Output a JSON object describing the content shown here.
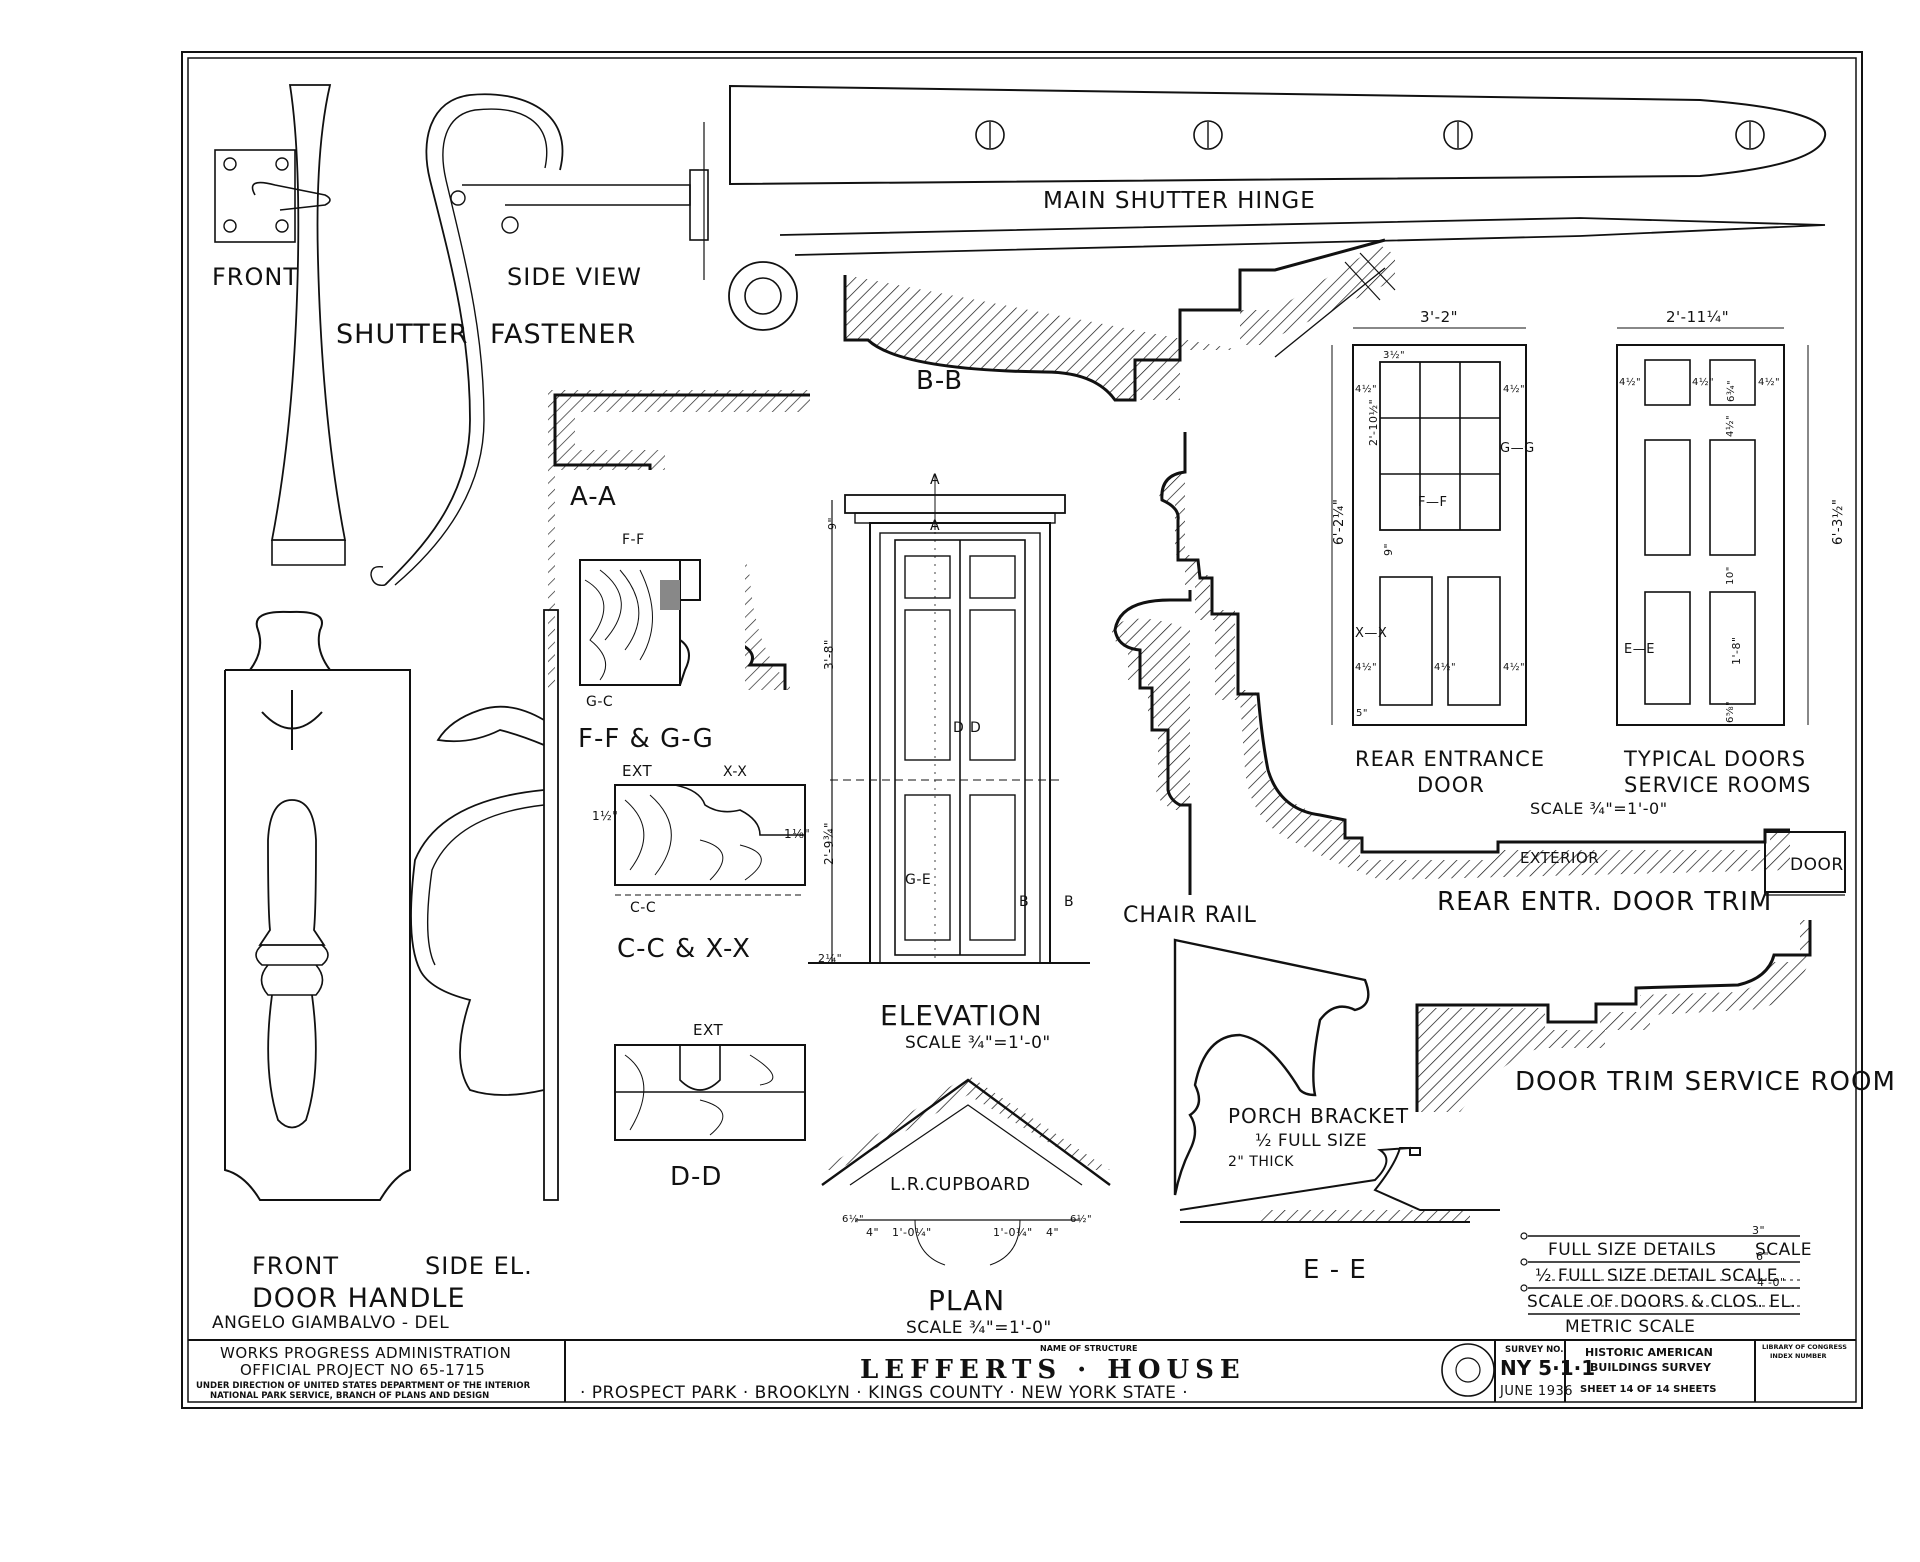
{
  "labels": {
    "shutter_front": "FRONT",
    "shutter_side": "SIDE VIEW",
    "shutter": "SHUTTER",
    "fastener": "FASTENER",
    "main_hinge": "MAIN SHUTTER HINGE",
    "bb": "B-B",
    "aa": "A-A",
    "ff_gg_title": "F-F & G-G",
    "ff_tag": "F-F",
    "gc_tag": "G-C",
    "cc_xx_title": "C-C & X-X",
    "ext": "EXT",
    "xx_tag": "X-X",
    "cc_tag": "C-C",
    "dd": "D-D",
    "dd_ext": "EXT",
    "elevation": "ELEVATION",
    "elevation_scale": "SCALE ¾\"=1'-0\"",
    "plan": "PLAN",
    "plan_scale": "SCALE ¾\"=1'-0\"",
    "cupboard": "L.R.CUPBOARD",
    "chair_rail": "CHAIR RAIL",
    "rear_entrance_1": "REAR ENTRANCE",
    "rear_entrance_2": "DOOR",
    "typical_doors_1": "TYPICAL DOORS",
    "typical_doors_2": "SERVICE ROOMS",
    "doors_scale": "SCALE ¾\"=1'-0\"",
    "exterior": "EXTERIOR",
    "door_tag": "DOOR",
    "rear_trim": "REAR ENTR. DOOR TRIM",
    "door_trim_service": "DOOR TRIM SERVICE ROOM",
    "porch_bracket": "PORCH BRACKET",
    "porch_scale": "½ FULL SIZE",
    "porch_thick": "2\" THICK",
    "ee": "E - E",
    "handle_front": "FRONT",
    "handle_side": "SIDE EL.",
    "door_handle": "DOOR HANDLE",
    "delineator": "ANGELO GIAMBALVO - DEL",
    "scale_1": "FULL SIZE DETAILS",
    "scale_1_suffix": "SCALE",
    "scale_2": "½ FULL SIZE DETAIL SCALE",
    "scale_3": "SCALE OF DOORS & CLOS. EL.",
    "scale_4": "METRIC SCALE",
    "scale_tick_1": "3\"",
    "scale_tick_2": "6\"",
    "scale_tick_3": "4'-0\""
  },
  "door_marks": {
    "a_top": "A",
    "a_mid": "A",
    "dd_mark_1": "D",
    "dd_mark_2": "D",
    "ge_mark": "G-E",
    "b_mark_1": "B",
    "b_mark_2": "B",
    "ff_mark": "F—F",
    "gg_mark": "G—G",
    "xx_mark": "X—X",
    "ee_mark": "E—E"
  },
  "dimensions": {
    "rear_width": "3'-2\"",
    "typical_width": "2'-11¼\"",
    "rear_height": "6'-2¼\"",
    "typical_height": "6'-3½\"",
    "rear_mid": "2'-10½\"",
    "rear_9": "9\"",
    "rear_5": "5\"",
    "rear_4a": "4½\"",
    "rear_4b": "4½\"",
    "rear_4c": "4½\"",
    "rear_4d": "4½\"",
    "rear_4e": "4½\"",
    "rear_3": "3½\"",
    "typ_4a": "4½\"",
    "typ_4b": "4½\"",
    "typ_4c": "4½\"",
    "typ_6": "6¾\"",
    "typ_4m": "4½\"",
    "typ_10": "10\"",
    "typ_18": "1'-8\"",
    "typ_6b": "6⅝\"",
    "elev_9": "9\"",
    "elev_height": "3'-8\"",
    "elev_lower": "2'-9¾\"",
    "elev_bottom": "2¼\"",
    "cc_14": "1⅛\"",
    "cc_12": "1½\"",
    "plan_1": "1'-0¼\"",
    "plan_2": "1'-0¼\"",
    "plan_3": "4\"",
    "plan_4": "4\"",
    "plan_5": "6½\"",
    "plan_6": "6½\""
  },
  "title_block": {
    "wpa_1": "WORKS PROGRESS ADMINISTRATION",
    "wpa_2": "OFFICIAL PROJECT NO 65-1715",
    "wpa_3": "UNDER DIRECTION OF UNITED STATES DEPARTMENT OF THE INTERIOR",
    "wpa_4": "NATIONAL PARK SERVICE, BRANCH OF PLANS AND DESIGN",
    "name_caption": "NAME OF STRUCTURE",
    "structure": "LEFFERTS · HOUSE",
    "location": "· PROSPECT PARK · BROOKLYN · KINGS COUNTY · NEW YORK STATE ·",
    "survey_caption": "SURVEY NO.",
    "survey_no": "NY 5·1·1",
    "date": "JUNE 1936",
    "habs_1": "HISTORIC AMERICAN",
    "habs_2": "BUILDINGS SURVEY",
    "sheet": "SHEET 14 OF 14 SHEETS",
    "loc_1": "LIBRARY OF CONGRESS",
    "loc_2": "INDEX NUMBER"
  }
}
